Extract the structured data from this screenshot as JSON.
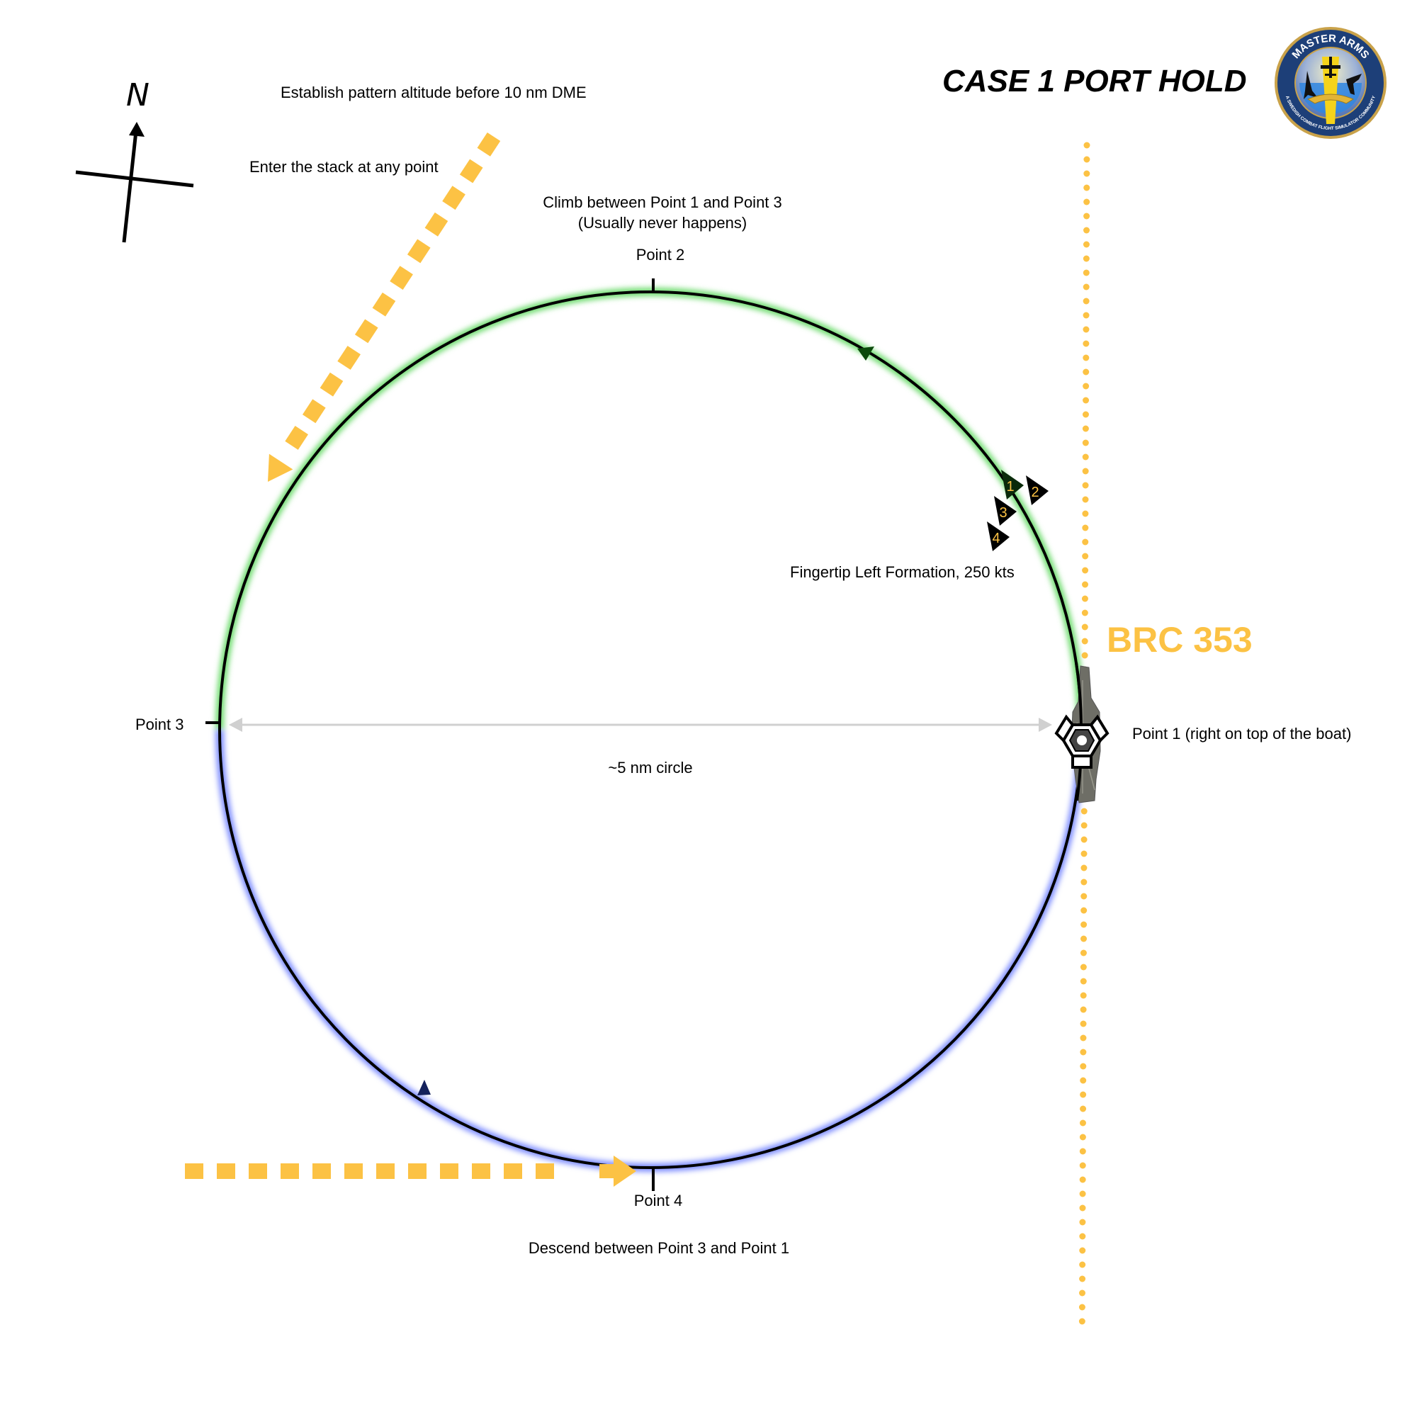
{
  "title": "CASE 1 PORT HOLD",
  "logo": {
    "top_text": "MASTER ARMS",
    "bottom_text": "A SWEDISH COMBAT FLIGHT SIMULATOR COMMUNITY"
  },
  "compass": {
    "label": "N"
  },
  "annotations": {
    "establish": "Establish pattern altitude before 10 nm DME",
    "enter": "Enter the stack at any point",
    "climb_line1": "Climb between Point 1 and Point 3",
    "climb_line2": "(Usually never happens)",
    "descend": "Descend between Point 3 and Point 1",
    "formation": "Fingertip Left Formation, 250 kts",
    "circle_size": "~5 nm circle",
    "brc": "BRC 353"
  },
  "points": {
    "p1": "Point 1 (right on top of the boat)",
    "p2": "Point 2",
    "p3": "Point 3",
    "p4": "Point 4"
  },
  "formation_aircraft": [
    "1",
    "2",
    "3",
    "4"
  ],
  "colors": {
    "accent_orange": "#fcc244",
    "climb_green": "#1aad1a",
    "descend_blue": "#0a55e0",
    "glow_green": "#6fdc6f",
    "glow_blue": "#7d8cff",
    "arrow_green": "#0b4a0b",
    "arrow_navy": "#14215c",
    "diameter_grey": "#d0d0d0"
  }
}
